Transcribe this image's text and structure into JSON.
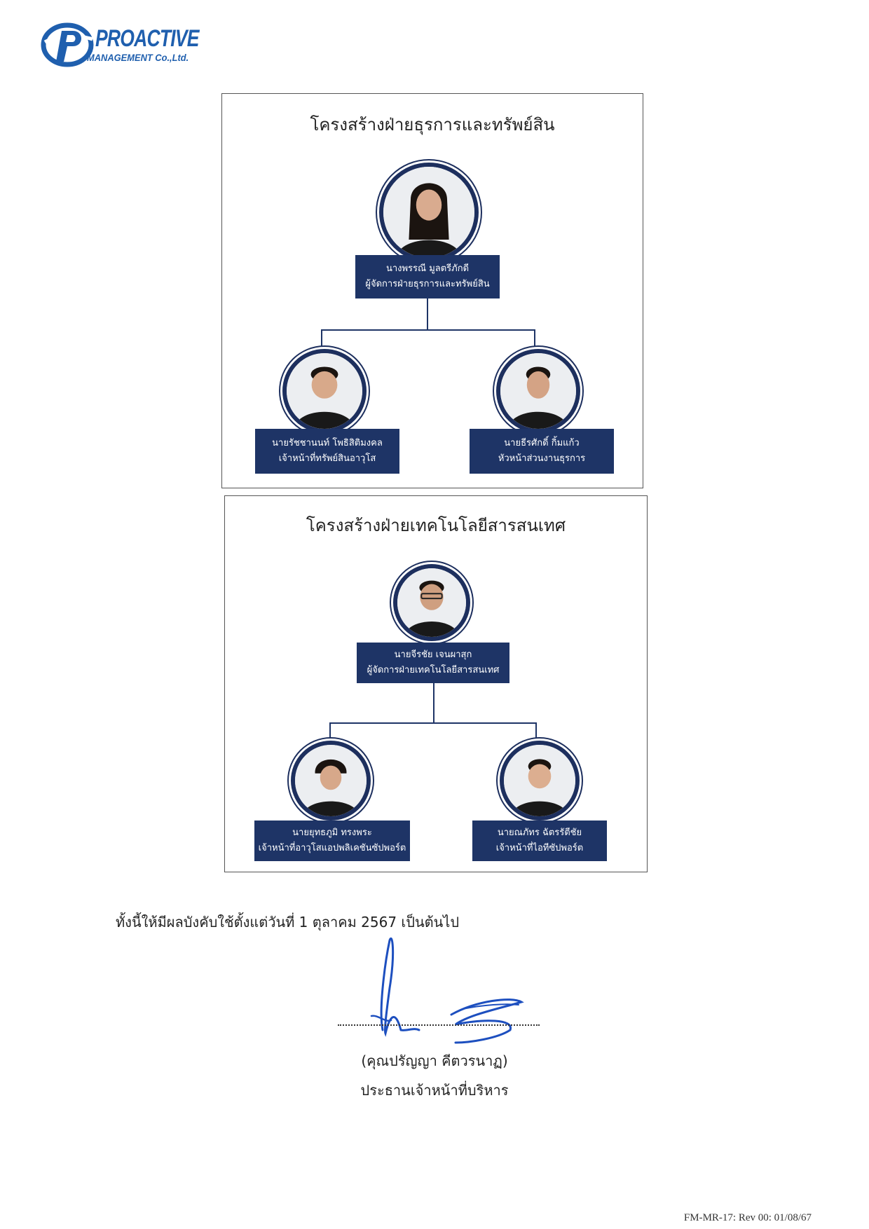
{
  "company": {
    "name_line1": "PROACTIVE",
    "name_line2": "MANAGEMENT Co.,Ltd."
  },
  "colors": {
    "brand_blue": "#1f5fae",
    "navy": "#1e3466",
    "signature_blue": "#1d4fbf"
  },
  "business_assets": {
    "title": "โครงสร้างฝ่ายธุรการและทรัพย์สิน",
    "manager": {
      "name": "นางพรรณี  มูลตรีภักดี",
      "position": "ผู้จัดการฝ่ายธุรการและทรัพย์สิน"
    },
    "staff": [
      {
        "name": "นายรัชชานนท์  โพธิสิติมงคล",
        "position": "เจ้าหน้าที่ทรัพย์สินอาวุโส"
      },
      {
        "name": "นายธีรศักดิ์  กิ้มแก้ว",
        "position": "หัวหน้าส่วนงานธุรการ"
      }
    ]
  },
  "information_technology": {
    "title": "โครงสร้างฝ่ายเทคโนโลยีสารสนเทศ",
    "manager": {
      "name": "นายจีรชัย  เจนผาสุก",
      "position": "ผู้จัดการฝ่ายเทคโนโลยีสารสนเทศ"
    },
    "staff": [
      {
        "name": "นายยุทธภูมิ  ทรงพระ",
        "position": "เจ้าหน้าที่อาวุโสแอปพลิเคชันซัปพอร์ต"
      },
      {
        "name": "นายณภัทร  ฉัตรรัตีชัย",
        "position": "เจ้าหน้าที่ไอทีซัปพอร์ต"
      }
    ]
  },
  "effective_statement": "ทั้งนี้ให้มีผลบังคับใช้ตั้งแต่วันที่  1  ตุลาคม  2567  เป็นต้นไป",
  "signer": {
    "name": "(คุณปรัญญา    คีตวรนาฏ)",
    "title": "ประธานเจ้าหน้าที่บริหาร"
  },
  "form_code": "FM-MR-17: Rev 00: 01/08/67"
}
